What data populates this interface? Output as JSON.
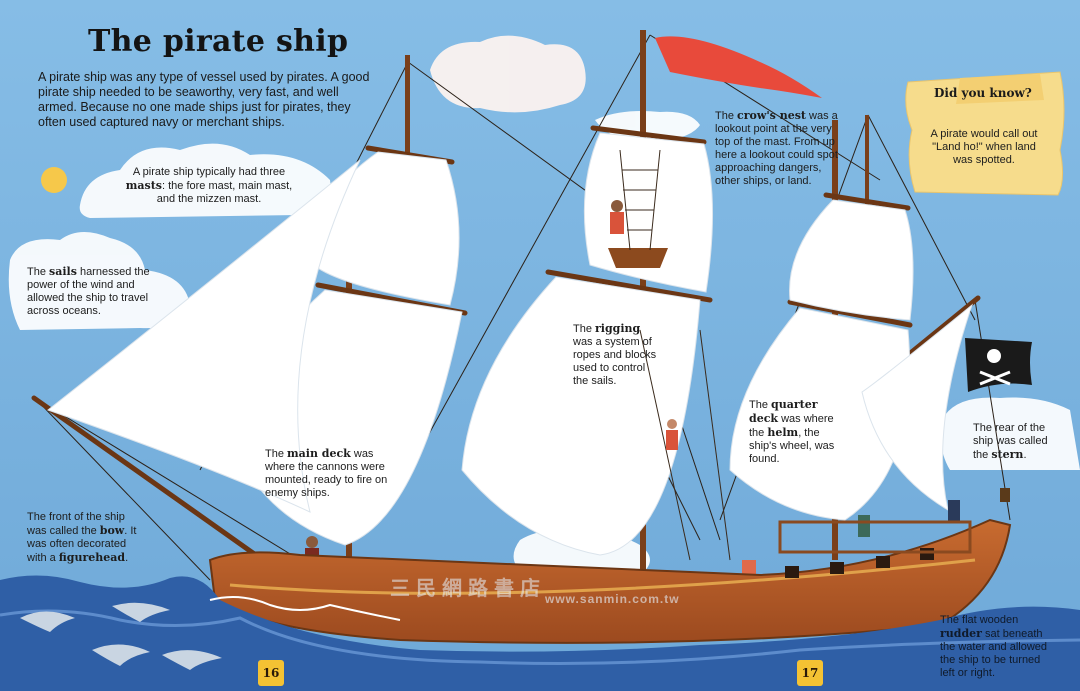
{
  "title": "The pirate ship",
  "intro": "A pirate ship was any type of vessel used by pirates. A good pirate ship needed to be seaworthy, very fast, and well armed. Because no one made ships just for pirates, they often used captured navy or merchant ships.",
  "callouts": {
    "masts": {
      "pre": "A pirate ship typically had three ",
      "term": "masts",
      "post": ": the fore mast, main mast, and the mizzen mast."
    },
    "sails": {
      "pre": "The ",
      "term": "sails",
      "post": " harnessed the power of the wind and allowed the ship to travel across oceans."
    },
    "crows_nest": {
      "pre": "The ",
      "term": "crow's nest",
      "post": " was a lookout point at the very top of the mast. From up here a lookout could spot approaching dangers, other ships, or land."
    },
    "rigging": {
      "pre": "The ",
      "term": "rigging",
      "post": " was a system of ropes and blocks used to control the sails."
    },
    "main_deck": {
      "pre": "The ",
      "term": "main deck",
      "post": " was where the cannons were mounted, ready to fire on enemy ships."
    },
    "quarter_deck": {
      "pre": "The ",
      "term": "quarter deck",
      "mid": " was where the ",
      "term2": "helm",
      "post": ", the ship's wheel, was found."
    },
    "stern": {
      "pre": "The rear of the ship was called the ",
      "term": "stern",
      "post": "."
    },
    "bow": {
      "pre": "The front of the ship was called the ",
      "term": "bow",
      "mid": ". It was often decorated with a ",
      "term2": "figurehead",
      "post": "."
    },
    "rudder": {
      "pre": "The flat wooden ",
      "term": "rudder",
      "post": " sat beneath the water and allowed the ship to be turned left or right."
    }
  },
  "did_you_know": {
    "title": "Did you know?",
    "text": "A pirate would call out \"Land ho!\" when land was spotted."
  },
  "page_numbers": {
    "left": "16",
    "right": "17"
  },
  "watermark": {
    "text": "三民網路書店",
    "url": "www.sanmin.com.tw"
  },
  "colors": {
    "sky": "#7fb6df",
    "sea": "#2f5fa6",
    "hull": "#b9602a",
    "sail": "#ffffff",
    "flag_red": "#e84a3b",
    "page_tab": "#f4c233"
  }
}
